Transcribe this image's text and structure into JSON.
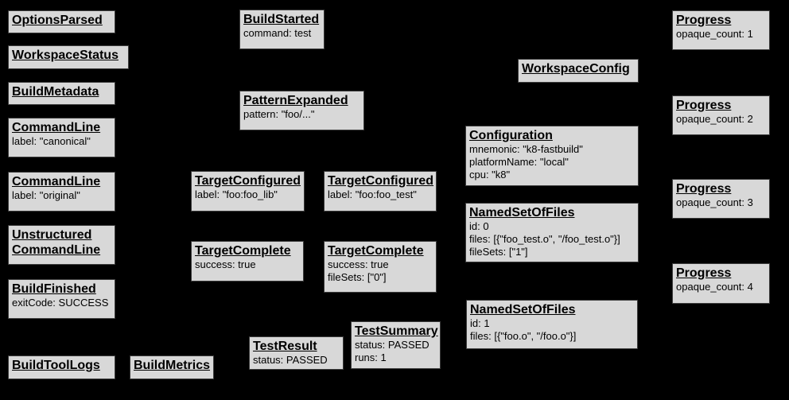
{
  "diagram": {
    "description": "Build event protocol graph",
    "colors": {
      "background": "#000000",
      "node_fill": "#d8d8d8",
      "node_border": "#3c3c3c",
      "node_text": "#000000"
    }
  },
  "nodes": [
    {
      "title": "OptionsParsed",
      "lines": []
    },
    {
      "title": "WorkspaceStatus",
      "lines": []
    },
    {
      "title": "BuildMetadata",
      "lines": []
    },
    {
      "title": "CommandLine",
      "lines": [
        "label: \"canonical\""
      ]
    },
    {
      "title": "CommandLine",
      "lines": [
        "label: \"original\""
      ]
    },
    {
      "title": "Unstructured\nCommandLine",
      "lines": []
    },
    {
      "title": "BuildFinished",
      "lines": [
        "exitCode: SUCCESS"
      ]
    },
    {
      "title": "BuildToolLogs",
      "lines": []
    },
    {
      "title": "BuildMetrics",
      "lines": []
    },
    {
      "title": "BuildStarted",
      "lines": [
        "command: test"
      ]
    },
    {
      "title": "PatternExpanded",
      "lines": [
        "pattern: \"foo/...\""
      ]
    },
    {
      "title": "TargetConfigured",
      "lines": [
        "label: \"foo:foo_lib\""
      ]
    },
    {
      "title": "TargetConfigured",
      "lines": [
        "label: \"foo:foo_test\""
      ]
    },
    {
      "title": "TargetComplete",
      "lines": [
        "success: true"
      ]
    },
    {
      "title": "TargetComplete",
      "lines": [
        "success: true",
        "fileSets: [\"0\"]"
      ]
    },
    {
      "title": "TestResult",
      "lines": [
        "status: PASSED"
      ]
    },
    {
      "title": "TestSummary",
      "lines": [
        "status: PASSED",
        "runs: 1"
      ]
    },
    {
      "title": "WorkspaceConfig",
      "lines": []
    },
    {
      "title": "Configuration",
      "lines": [
        "mnemonic: \"k8-fastbuild\"",
        "platformName: \"local\"",
        "cpu: \"k8\""
      ]
    },
    {
      "title": "NamedSetOfFiles",
      "lines": [
        "id: 0",
        "files: [{\"foo_test.o\", \"/foo_test.o\"}]",
        "fileSets: [\"1\"]"
      ]
    },
    {
      "title": "NamedSetOfFiles",
      "lines": [
        "id: 1",
        "files: [{\"foo.o\", \"/foo.o\"}]"
      ]
    },
    {
      "title": "Progress",
      "lines": [
        "opaque_count: 1"
      ]
    },
    {
      "title": "Progress",
      "lines": [
        "opaque_count: 2"
      ]
    },
    {
      "title": "Progress",
      "lines": [
        "opaque_count: 3"
      ]
    },
    {
      "title": "Progress",
      "lines": [
        "opaque_count: 4"
      ]
    }
  ]
}
